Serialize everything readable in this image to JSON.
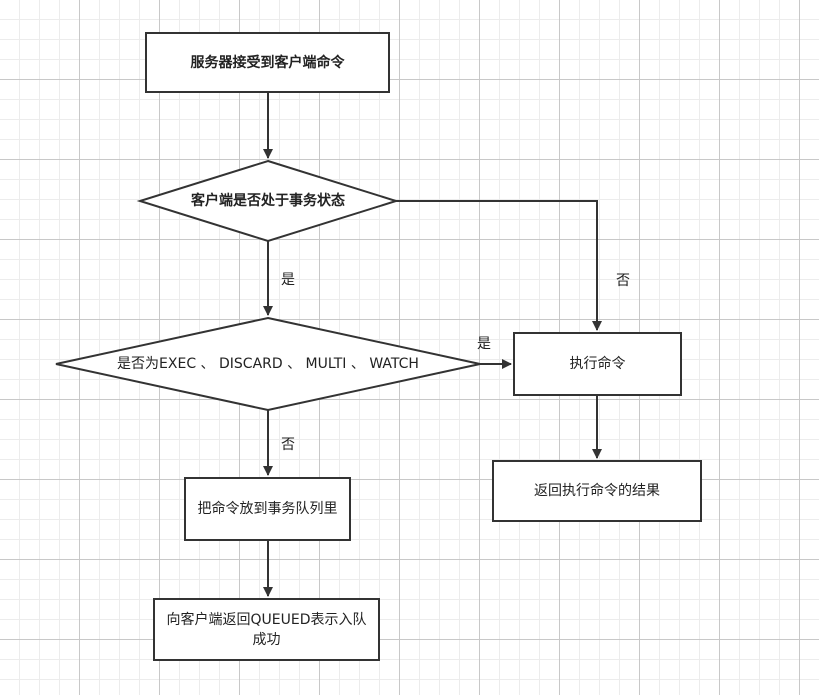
{
  "nodes": {
    "start": "服务器接受到客户端命令",
    "in_transaction": "客户端是否处于事务状态",
    "is_exec": "是否为EXEC 、 DISCARD 、 MULTI 、 WATCH",
    "execute": "执行命令",
    "return_result": "返回执行命令的结果",
    "enqueue": "把命令放到事务队列里",
    "return_queued": "向客户端返回QUEUED表示入队成功"
  },
  "edges": {
    "yes_1": "是",
    "no_1": "否",
    "yes_2": "是",
    "no_2": "否"
  }
}
